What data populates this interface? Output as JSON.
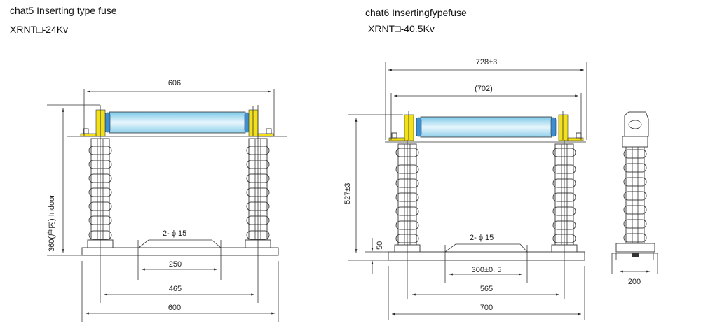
{
  "figure_left": {
    "title": "chat5  Inserting type fuse",
    "model": "XRNT□-24Kv",
    "dims": {
      "length": "606",
      "height": "360(户内) Indoor",
      "holes": "2- ϕ 15",
      "hole_spacing": "250",
      "insulator_spacing": "465",
      "base_length": "600"
    }
  },
  "figure_right": {
    "title": "chat6   Insertingfypefuse",
    "model": "XRNT□-40.5Kv",
    "dims": {
      "overall": "728±3",
      "fuse_length": "(702)",
      "height": "527±3",
      "base_height": "50",
      "holes": "2- ϕ 15",
      "hole_spacing": "300±0. 5",
      "insulator_spacing": "565",
      "base_length": "700",
      "side_width": "200"
    }
  },
  "colors": {
    "bracket": "#f2e01a",
    "tube": "#bfe6f5",
    "cap": "#3a8fd6"
  }
}
